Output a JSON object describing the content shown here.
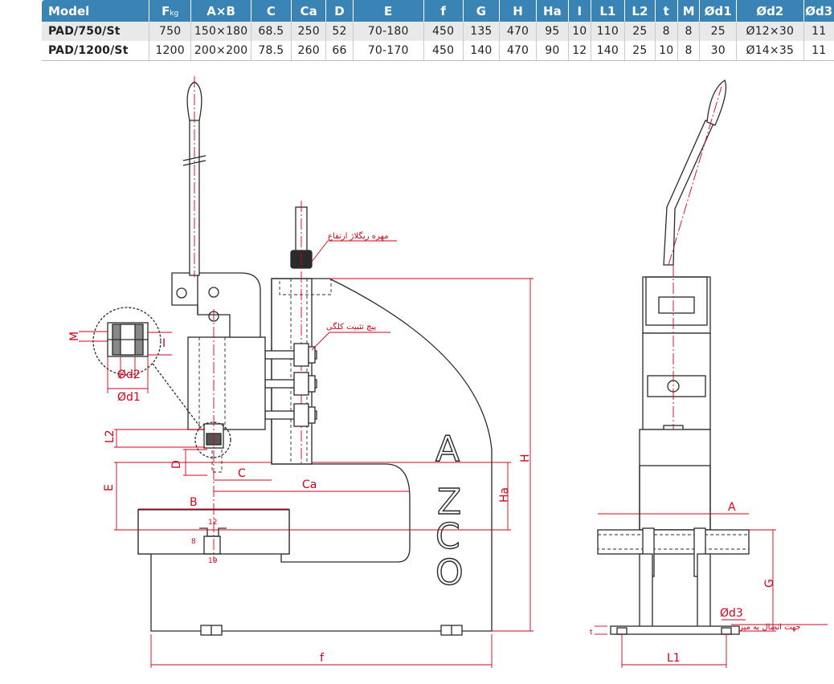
{
  "table": {
    "headers": [
      "Model",
      "F",
      "A×B",
      "C",
      "Ca",
      "D",
      "E",
      "f",
      "G",
      "H",
      "Ha",
      "I",
      "L1",
      "L2",
      "t",
      "M",
      "Ød1",
      "Ød2",
      "Ød3"
    ],
    "force_subscript": "kg",
    "rows": [
      [
        "PAD/750/St",
        "750",
        "150×180",
        "68.5",
        "250",
        "52",
        "70-180",
        "450",
        "135",
        "470",
        "95",
        "10",
        "110",
        "25",
        "8",
        "8",
        "25",
        "Ø12×30",
        "11"
      ],
      [
        "PAD/1200/St",
        "1200",
        "200×200",
        "78.5",
        "260",
        "66",
        "70-170",
        "450",
        "140",
        "470",
        "90",
        "12",
        "140",
        "25",
        "10",
        "8",
        "30",
        "Ø14×35",
        "11"
      ]
    ]
  },
  "drawing": {
    "logo_letters": [
      "A",
      "Z",
      "C",
      "O"
    ],
    "notes": {
      "height_nut": "مهره ریگلاژ ارتفاع",
      "head_screw": "پیچ تثبیت کلگی",
      "table_mount": "جهت اتصال به میز"
    },
    "dims": {
      "M": "M",
      "I": "I",
      "d2": "Ød2",
      "d1": "Ød1",
      "L2": "L2",
      "D": "D",
      "C": "C",
      "E": "E",
      "Ca": "Ca",
      "B": "B",
      "H": "H",
      "Ha": "Ha",
      "f": "f",
      "slot_12": "12",
      "slot_8": "8",
      "slot_19": "19",
      "A": "A",
      "G": "G",
      "d3": "Ød3",
      "t": "t",
      "L1": "L1"
    }
  },
  "colors": {
    "header": "#3a83b5",
    "row_alt": "#e9e9e9",
    "dimension": "#d0021b",
    "line": "#2a2a2a"
  }
}
